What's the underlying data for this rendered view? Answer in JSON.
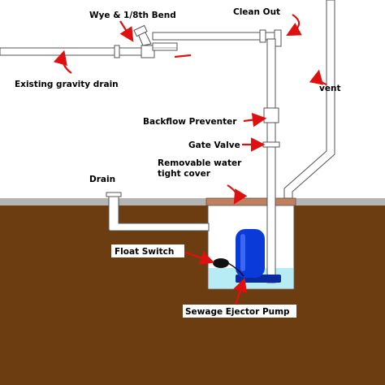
{
  "labels": {
    "wye": "Wye & 1/8th Bend",
    "clean_out": "Clean Out",
    "existing_drain": "Existing gravity drain",
    "vent": "vent",
    "backflow": "Backflow Preventer",
    "gate_valve": "Gate Valve",
    "cover_line1": "Removable water",
    "cover_line2": "tight cover",
    "drain": "Drain",
    "float_switch": "Float Switch",
    "pump": "Sewage Ejector Pump"
  },
  "colors": {
    "soil": "#6b3d10",
    "floor": "#b4b4b4",
    "pipe": "#ffffff",
    "pipe_outline": "#555555",
    "water": "#b8ecf4",
    "pump": "#0a3ad8",
    "arrow": "#e01010",
    "cover": "#c08060"
  }
}
